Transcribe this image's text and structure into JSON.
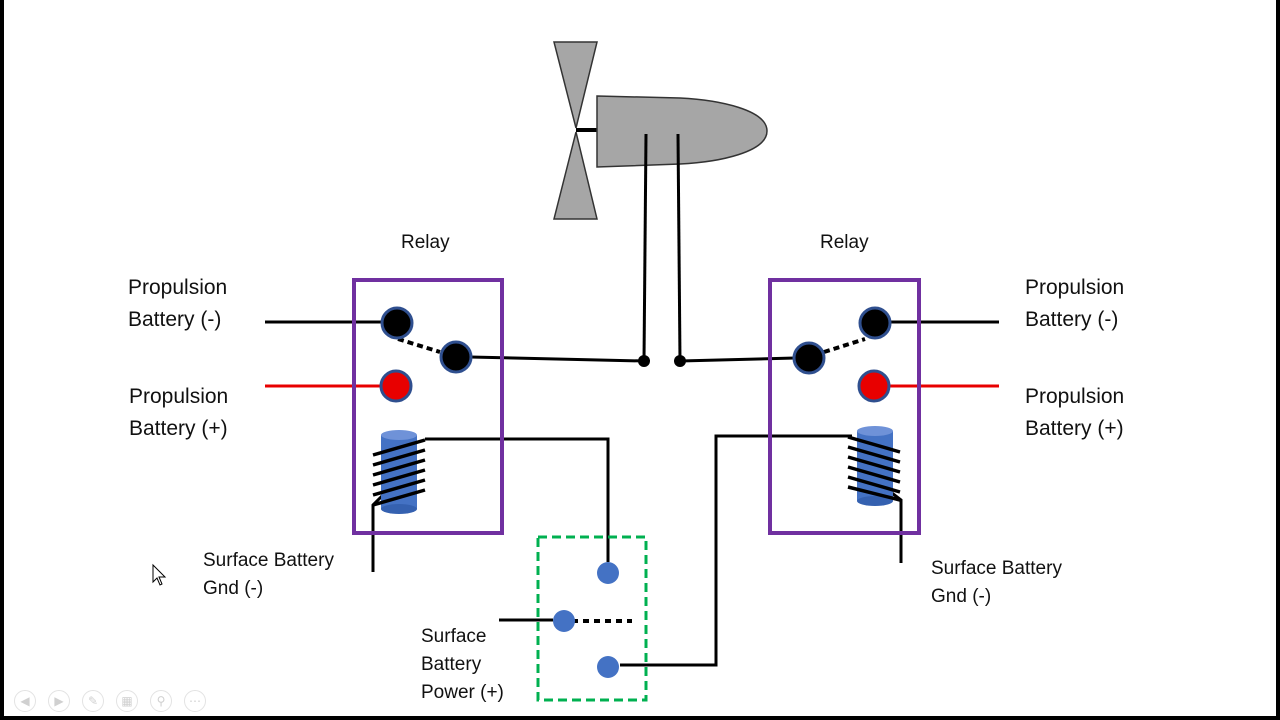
{
  "labels": {
    "relay_left": "Relay",
    "relay_right": "Relay",
    "prop_neg_left": [
      "Propulsion",
      "Battery (-)"
    ],
    "prop_pos_left": [
      "Propulsion",
      "Battery (+)"
    ],
    "prop_neg_right": [
      "Propulsion",
      "Battery (-)"
    ],
    "prop_pos_right": [
      "Propulsion",
      "Battery (+)"
    ],
    "surface_gnd_left": [
      "Surface Battery",
      "Gnd (-)"
    ],
    "surface_gnd_right": [
      "Surface Battery",
      "Gnd (-)"
    ],
    "surface_power": [
      "Surface",
      "Battery",
      "Power (+)"
    ]
  },
  "colors": {
    "relay_border": "#7030a0",
    "switch_border": "#00b050",
    "positive_wire": "#e80000",
    "wire": "#000000",
    "contact_outline": "#2f4f8f",
    "coil": "#4472c4",
    "motor_fill": "#a6a6a6"
  },
  "toolbar": {
    "icons": [
      "prev-icon",
      "next-icon",
      "pen-icon",
      "slides-icon",
      "zoom-icon",
      "more-icon"
    ]
  }
}
